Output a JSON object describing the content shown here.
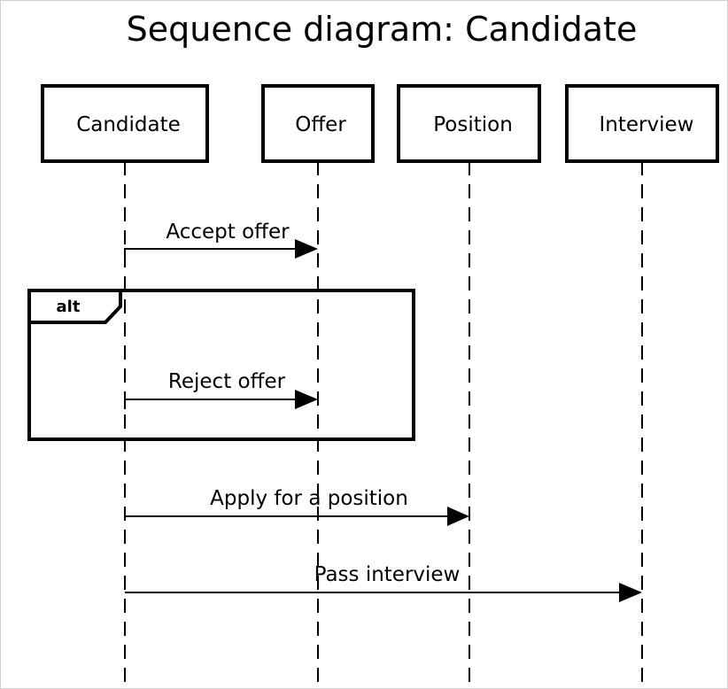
{
  "title": "Sequence diagram: Candidate",
  "participants": [
    "Candidate",
    "Offer",
    "Position",
    "Interview"
  ],
  "fragment": {
    "operator": "alt"
  },
  "messages": [
    {
      "label": "Accept offer",
      "from": "Candidate",
      "to": "Offer"
    },
    {
      "label": "Reject offer",
      "from": "Candidate",
      "to": "Offer"
    },
    {
      "label": "Apply for a position",
      "from": "Candidate",
      "to": "Position"
    },
    {
      "label": "Pass interview",
      "from": "Candidate",
      "to": "Interview"
    }
  ]
}
